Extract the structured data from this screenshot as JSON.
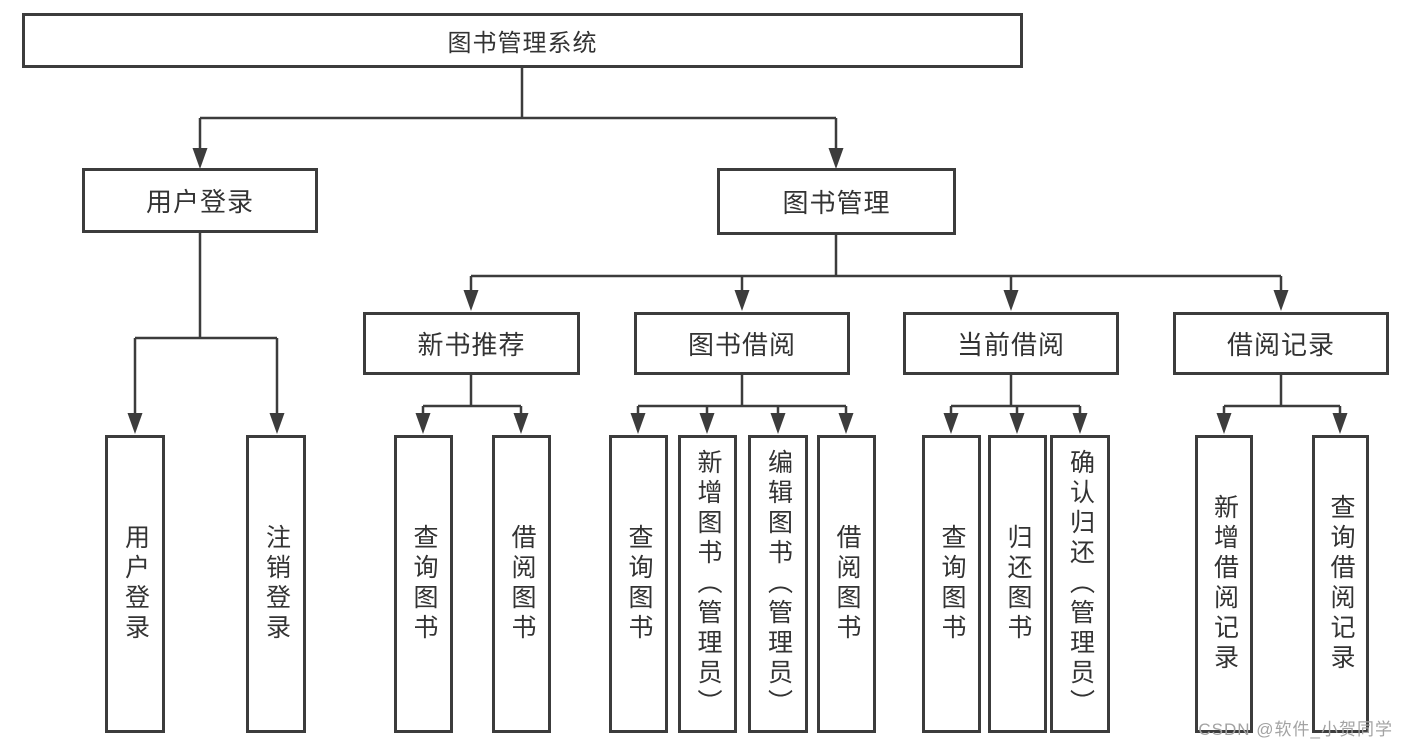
{
  "diagram": {
    "nodes": {
      "root": "图书管理系统",
      "level2": [
        "用户登录",
        "图书管理"
      ],
      "level3": [
        "新书推荐",
        "图书借阅",
        "当前借阅",
        "借阅记录"
      ],
      "level4": {
        "user_login": [
          "用户登录",
          "注销登录"
        ],
        "new_book": [
          "查询图书",
          "借阅图书"
        ],
        "book_borrow": [
          "查询图书",
          "新增图书（管理员）",
          "编辑图书（管理员）",
          "借阅图书"
        ],
        "current_borrow": [
          "查询图书",
          "归还图书",
          "确认归还（管理员）"
        ],
        "borrow_record": [
          "新增借阅记录",
          "查询借阅记录"
        ]
      }
    },
    "colors": {
      "line": "#3c3c3c",
      "text": "#333333",
      "background": "#ffffff",
      "watermark": "#a3a3a3"
    },
    "watermark": "CSDN @软件_小贺同学"
  }
}
